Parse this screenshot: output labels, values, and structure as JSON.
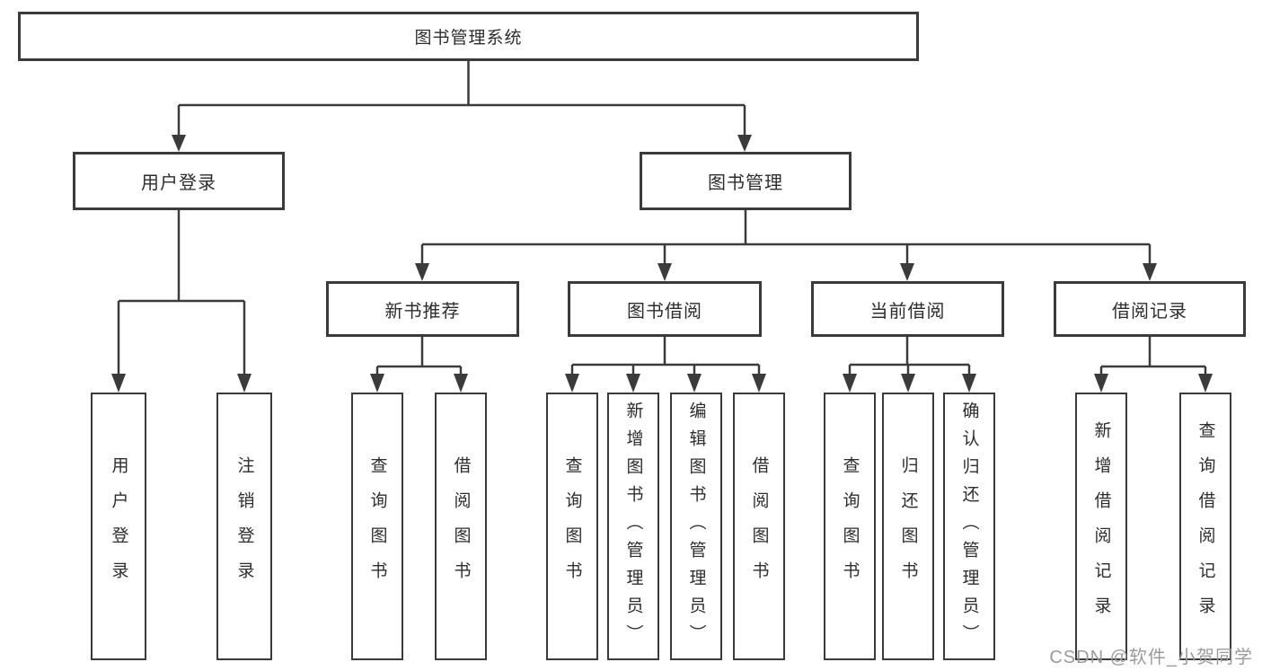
{
  "diagram": {
    "root": {
      "label": "图书管理系统"
    },
    "level2": [
      {
        "label": "用户登录"
      },
      {
        "label": "图书管理"
      }
    ],
    "level3": [
      {
        "label": "新书推荐"
      },
      {
        "label": "图书借阅"
      },
      {
        "label": "当前借阅"
      },
      {
        "label": "借阅记录"
      }
    ],
    "leaves": {
      "user": [
        "用户登录",
        "注销登录"
      ],
      "recommend": [
        "查询图书",
        "借阅图书"
      ],
      "borrow": [
        "查询图书",
        "新增图书（管理员）",
        "编辑图书（管理员）",
        "借阅图书"
      ],
      "current": [
        "查询图书",
        "归还图书",
        "确认归还（管理员）"
      ],
      "records": [
        "新增借阅记录",
        "查询借阅记录"
      ]
    }
  },
  "watermark": {
    "text": "CSDN @软件_小贺同学"
  },
  "colors": {
    "line": "#3b3b3b",
    "text": "#2d2d2d",
    "background": "#ffffff",
    "watermark": "#9b9b9b"
  }
}
